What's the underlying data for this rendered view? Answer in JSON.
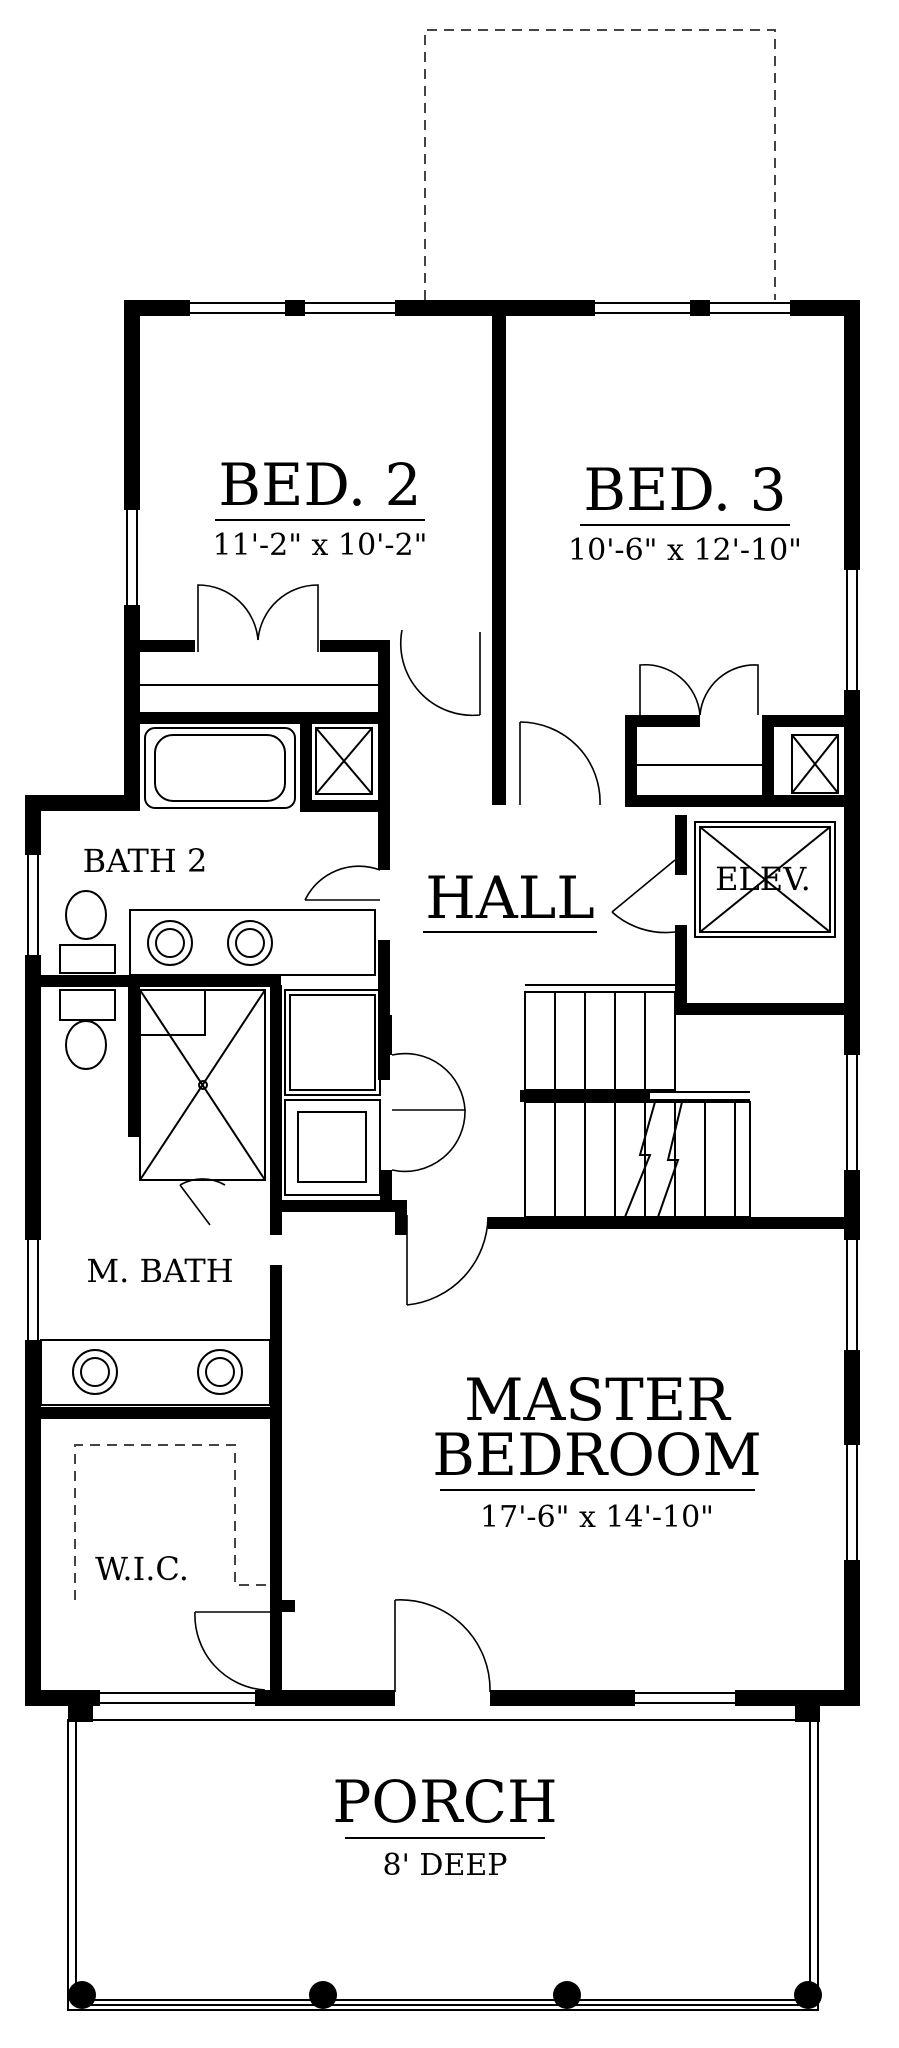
{
  "plan": {
    "rooms": {
      "bed2": {
        "name": "BED. 2",
        "dims": "11'-2\" x 10'-2\""
      },
      "bed3": {
        "name": "BED. 3",
        "dims": "10'-6\" x 12'-10\""
      },
      "bath2": {
        "name": "BATH 2"
      },
      "hall": {
        "name": "HALL"
      },
      "elev": {
        "name": "ELEV."
      },
      "mbath": {
        "name": "M. BATH"
      },
      "master": {
        "name_line1": "MASTER",
        "name_line2": "BEDROOM",
        "dims": "17'-6\" x 14'-10\""
      },
      "wic": {
        "name": "W.I.C."
      },
      "porch": {
        "name": "PORCH",
        "dims": "8' DEEP"
      }
    }
  }
}
